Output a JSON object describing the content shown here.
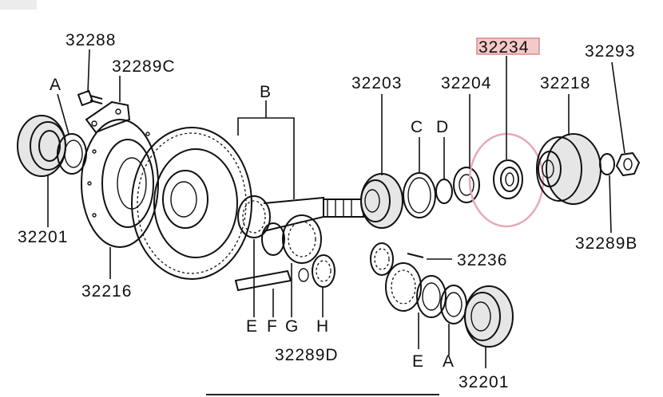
{
  "diagram": {
    "highlight_color": "#e7a9b8",
    "labels": {
      "p32288": "32288",
      "p32289C": "32289C",
      "A_top": "A",
      "B": "B",
      "p32201_left": "32201",
      "p32216": "32216",
      "p32203": "32203",
      "C": "C",
      "D": "D",
      "p32204": "32204",
      "p32234": "32234",
      "p32218": "32218",
      "p32293": "32293",
      "p32289B": "32289B",
      "p32236": "32236",
      "E_left": "E",
      "F": "F",
      "G": "G",
      "H": "H",
      "p32289D": "32289D",
      "E_right": "E",
      "A_bottom": "A",
      "p32201_right": "32201"
    }
  }
}
